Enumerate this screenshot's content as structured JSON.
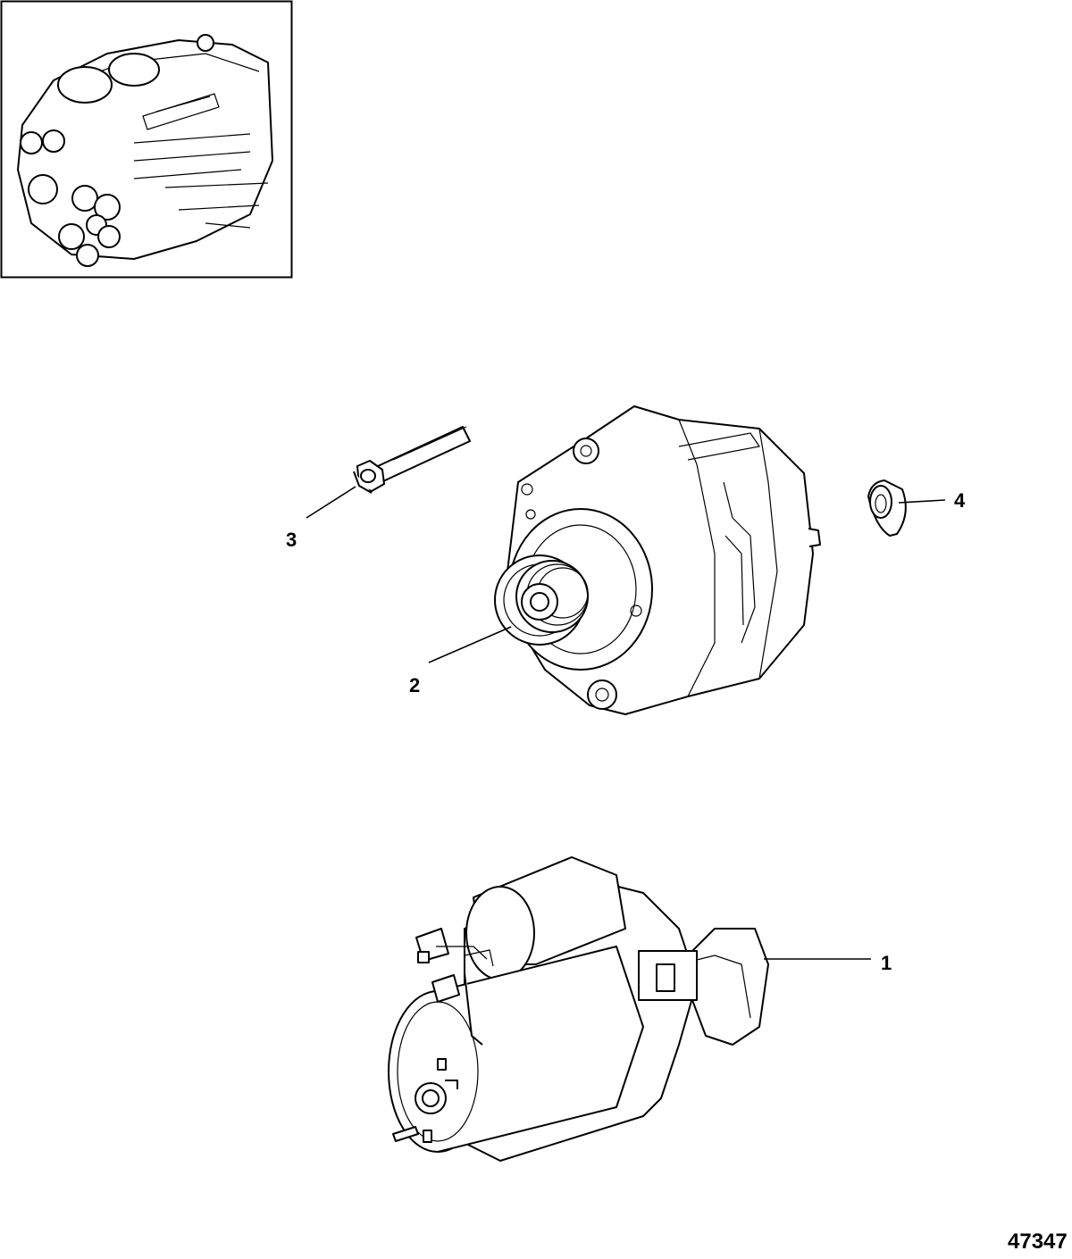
{
  "callouts": [
    {
      "id": "1",
      "label": "1"
    },
    {
      "id": "2",
      "label": "2"
    },
    {
      "id": "3",
      "label": "3"
    },
    {
      "id": "4",
      "label": "4"
    }
  ],
  "reference_number": "47347"
}
